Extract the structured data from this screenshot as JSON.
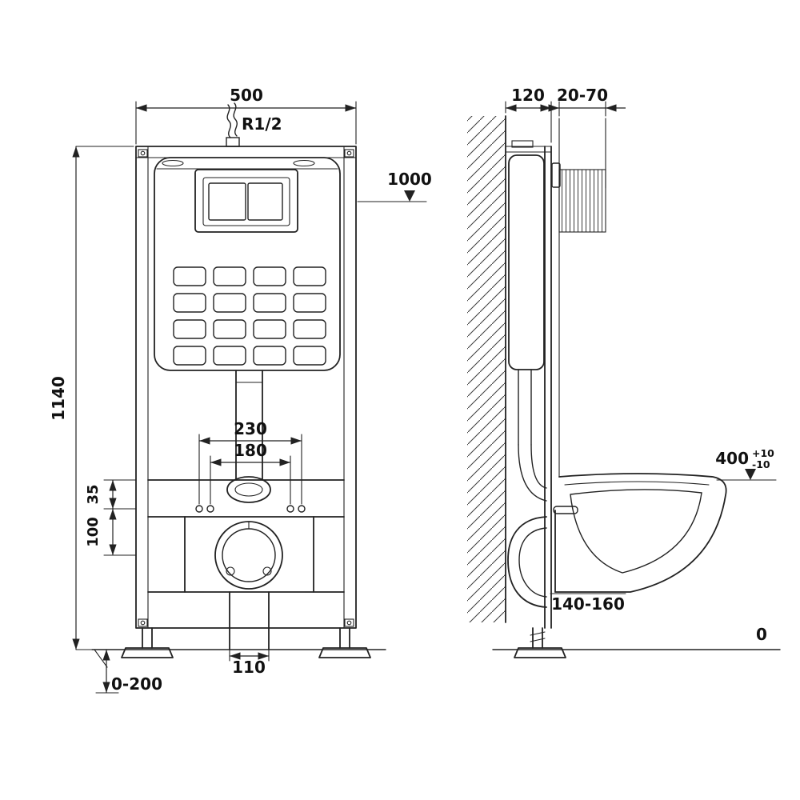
{
  "page": {
    "background": "#ffffff",
    "line_color": "#222222"
  },
  "diagram": {
    "labels": {
      "frame_width": "500",
      "inlet_thread": "R1/2",
      "panel_height": "1000",
      "frame_height": "1140",
      "fixing_span_outer": "230",
      "fixing_span_inner": "180",
      "offset_35": "35",
      "offset_100": "100",
      "outlet_width": "110",
      "leg_range": "0-200",
      "frame_depth": "120",
      "finish_range": "20-70",
      "bowl_height": "400",
      "bowl_tol_plus": "+10",
      "bowl_tol_minus": "-10",
      "outlet_height": "140-160",
      "floor_level": "0"
    }
  }
}
